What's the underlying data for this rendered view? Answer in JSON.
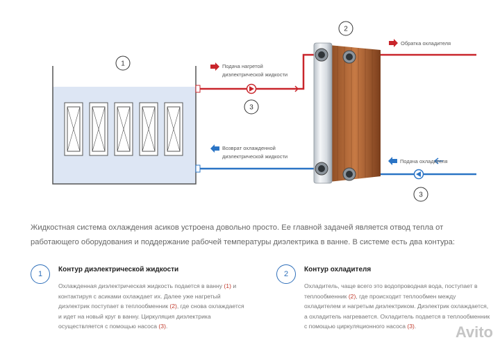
{
  "diagram": {
    "bath_number": "1",
    "exchanger_number": "2",
    "pump_top_number": "3",
    "pump_bottom_number": "3",
    "labels": {
      "hot_supply": [
        "Подача нагретой",
        "диэлектрической жидкости"
      ],
      "cooled_return": [
        "Возврат охлажденной",
        "диэлектрической жидкости"
      ],
      "coolant_return": "Обратка охладителя",
      "coolant_supply": "Подача охладителя"
    },
    "colors": {
      "hot": "#c9252b",
      "cold": "#2a74c5",
      "bath_outline": "#555555",
      "fluid": "#dde6f4"
    }
  },
  "intro": "Жидкостная система охлаждения асиков устроена довольно просто. Ее главной задачей является отвод тепла от работающего оборудования и поддержание рабочей температуры диэлектрика в ванне. В системе есть два контура:",
  "circuits": [
    {
      "number": "1",
      "title": "Контур диэлектрической жидкости",
      "body": [
        {
          "t": "Охлажденная диэлектрическая жидкость подается в ванну "
        },
        {
          "t": "(1)",
          "ref": true
        },
        {
          "t": " и контактируя с асиками охлаждает их. Далее уже нагретый диэлектрик поступает в теплообменник "
        },
        {
          "t": "(2)",
          "ref": true
        },
        {
          "t": ", где снова охлаждается и идет на новый круг в ванну. Циркуляция диэлектрика осуществляется с помощью насоса "
        },
        {
          "t": "(3)",
          "ref": true
        },
        {
          "t": "."
        }
      ]
    },
    {
      "number": "2",
      "title": "Контур охладителя",
      "body": [
        {
          "t": "Охладитель, чаще всего это водопроводная вода, поступает в теплообменник "
        },
        {
          "t": "(2)",
          "ref": true
        },
        {
          "t": ", где происходит теплообмен между охладителем и нагретым диэлектриком. Диэлектрик охлаждается, а охладитель нагревается. Охладитель подается в теплообменник с помощью циркуляционного насоса "
        },
        {
          "t": "(3)",
          "ref": true
        },
        {
          "t": "."
        }
      ]
    }
  ],
  "watermark": "Avito"
}
